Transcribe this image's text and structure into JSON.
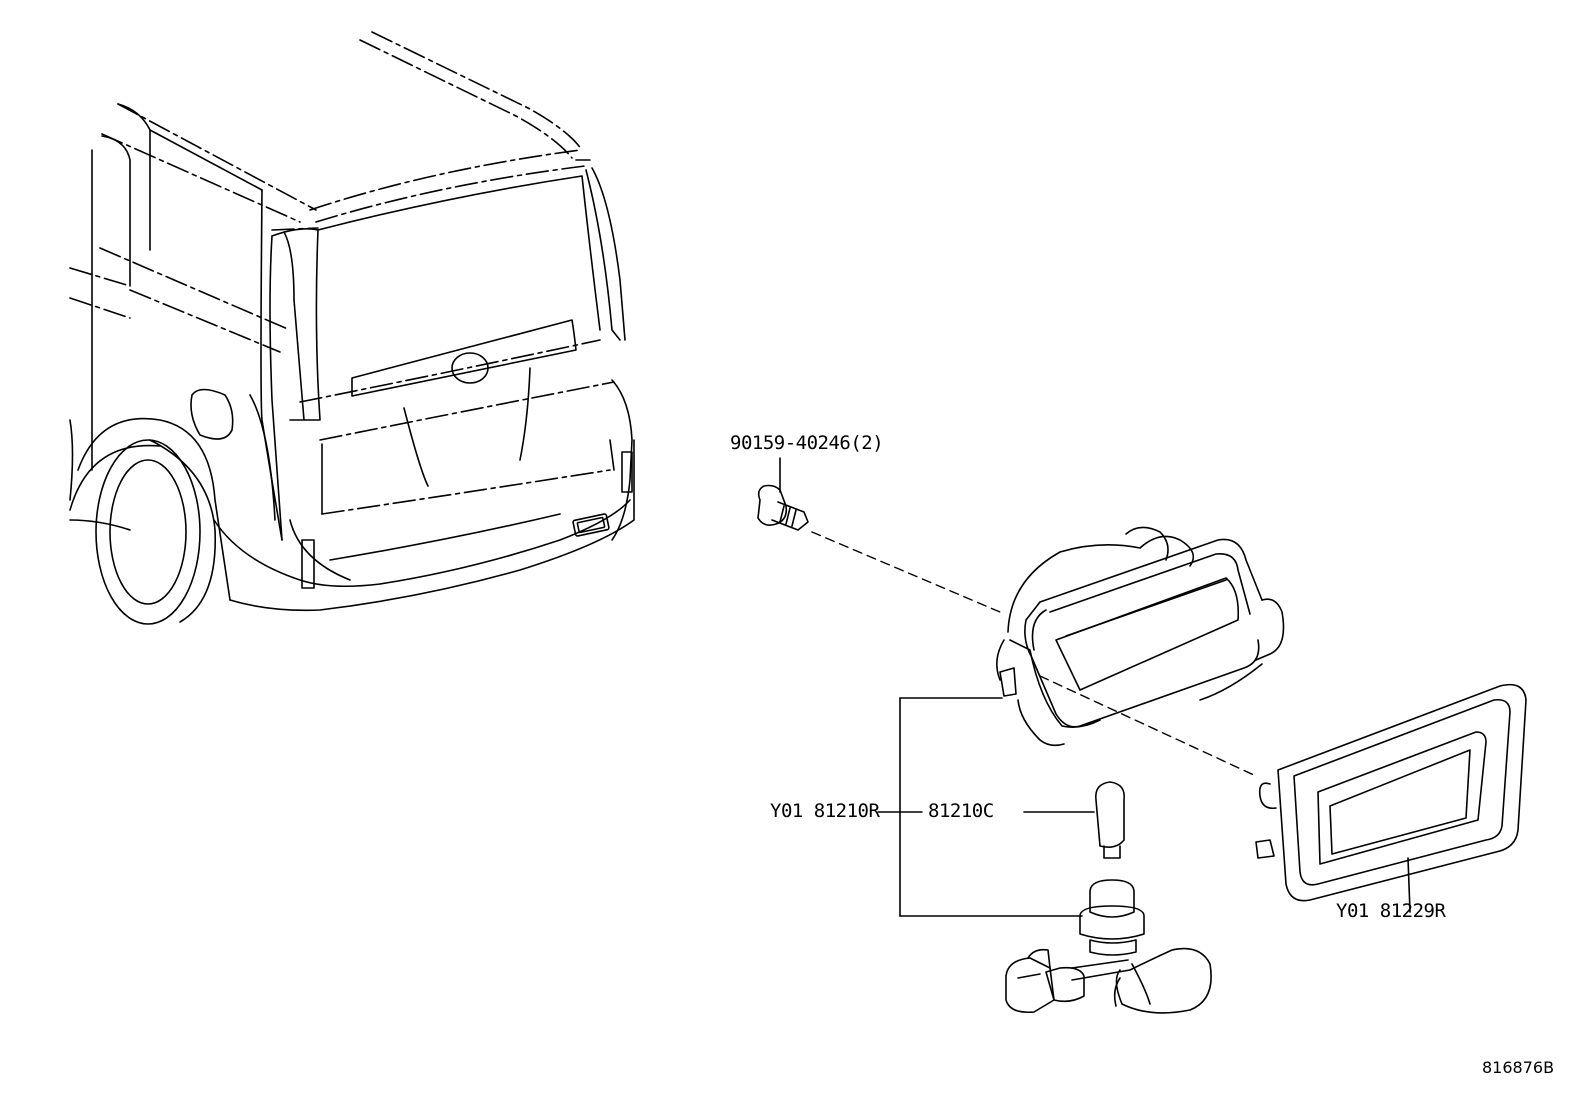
{
  "diagram": {
    "ref_number": "816876B",
    "parts": [
      {
        "id": "screw",
        "part_no": "90159-40246(2)"
      },
      {
        "id": "lamp_assy",
        "part_no": "Y01 81210R"
      },
      {
        "id": "bulb",
        "part_no": "81210C"
      },
      {
        "id": "lens",
        "part_no": "Y01 81229R"
      }
    ]
  }
}
